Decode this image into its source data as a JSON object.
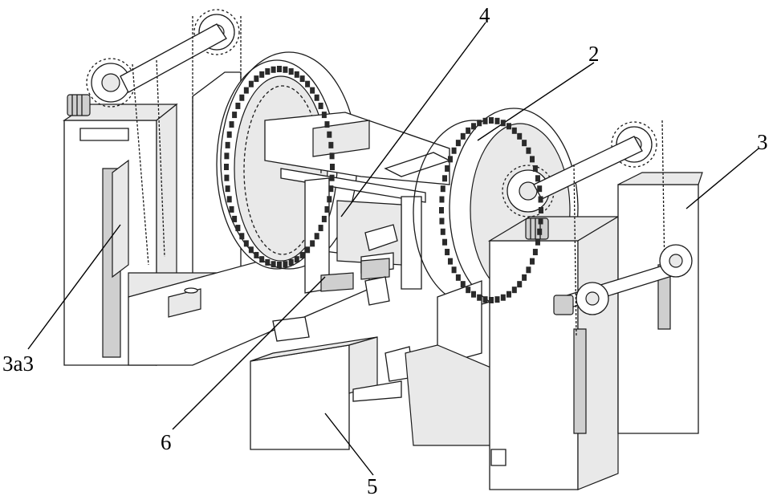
{
  "figure": {
    "labels": {
      "part_2": "2",
      "part_3": "3",
      "part_3a3": "3a3",
      "part_4": "4",
      "part_5": "5",
      "part_6": "6"
    }
  }
}
